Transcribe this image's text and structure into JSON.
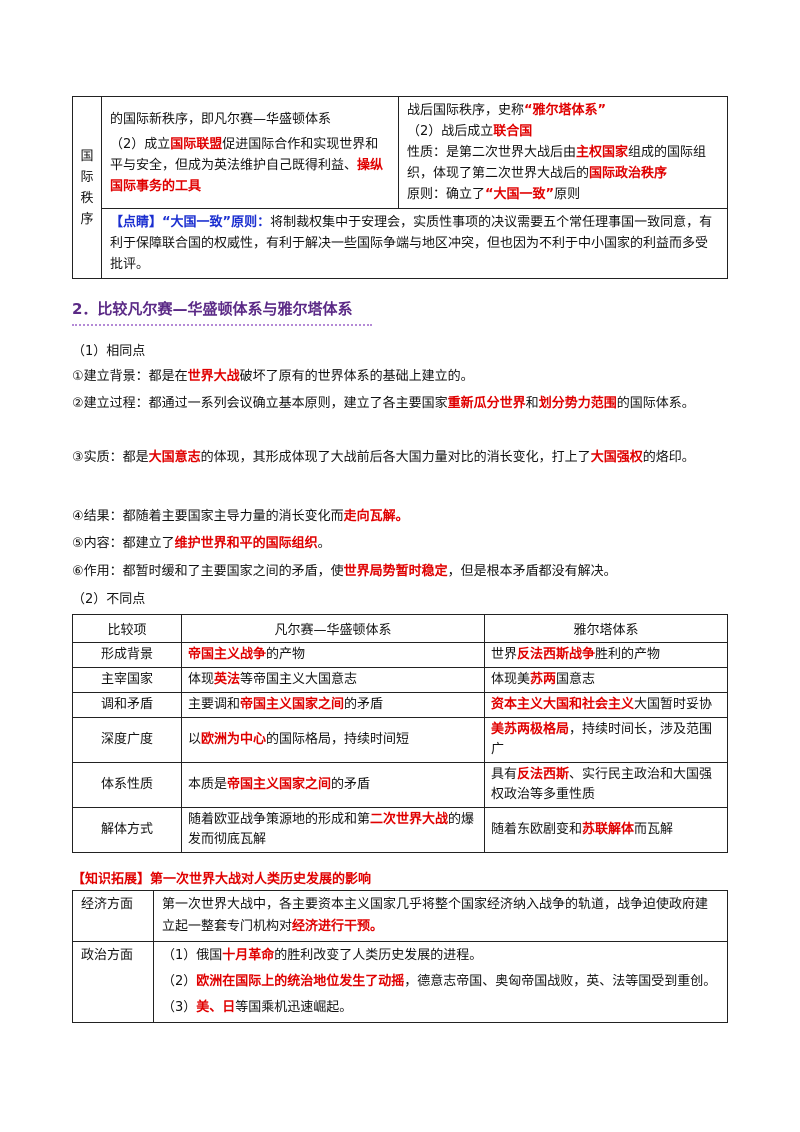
{
  "table1": {
    "label_chars": [
      "国",
      "际",
      "秩",
      "序"
    ],
    "left_line1": "的国际新秩序，即凡尔赛—华盛顿体系",
    "left_p2_a": "（2）成立",
    "left_p2_b": "国际联盟",
    "left_p2_c": "促进国际合作和实现世界和平与安全，但成为英法维护自己既得利益、",
    "left_p2_d": "操纵国际事务的工具",
    "right_l1_a": "战后国际秩序，史称",
    "right_l1_b": "“雅尔塔体系”",
    "right_l2_a": "（2）战后成立",
    "right_l2_b": "联合国",
    "right_l3_a": "性质：是第二次世界大战后由",
    "right_l3_b": "主权国家",
    "right_l3_c": "组成的国际组织，体现了第二次世界大战后的",
    "right_l3_d": "国际政治秩序",
    "right_l4_a": "原则：确立了",
    "right_l4_b": "“大国一致”",
    "right_l4_c": "原则",
    "note_a": "【点睛】“大国一致”原则：",
    "note_b": "将制裁权集中于安理会，实质性事项的决议需要五个常任理事国一致同意，有利于保障联合国的权威性，有利于解决一些国际争端与地区冲突，但也因为不利于中小国家的利益而多受批评。"
  },
  "section2_title": "2．比较凡尔赛—华盛顿体系与雅尔塔体系",
  "similar": {
    "head": "（1）相同点",
    "p1_a": "①建立背景：都是在",
    "p1_b": "世界大战",
    "p1_c": "破坏了原有的世界体系的基础上建立的。",
    "p2_a": "②建立过程：都通过一系列会议确立基本原则，建立了各主要国家",
    "p2_b": "重新瓜分世界",
    "p2_c": "和",
    "p2_d": "划分势力范围",
    "p2_e": "的国际体系。",
    "p3_a": "③实质：都是",
    "p3_b": "大国意志",
    "p3_c": "的体现，其形成体现了大战前后各大国力量对比的消长变化，打上了",
    "p3_d": "大国强权",
    "p3_e": "的烙印。",
    "p4_a": "④结果：都随着主要国家主导力量的消长变化而",
    "p4_b": "走向瓦解。",
    "p5_a": "⑤内容：都建立了",
    "p5_b": "维护世界和平的国际组织",
    "p5_c": "。",
    "p6_a": "⑥作用：都暂时缓和了主要国家之间的矛盾，使",
    "p6_b": "世界局势暂时稳定",
    "p6_c": "，但是根本矛盾都没有解决。"
  },
  "diff_head": "（2）不同点",
  "table2": {
    "headers": [
      "比较项",
      "凡尔赛—华盛顿体系",
      "雅尔塔体系"
    ],
    "r1": {
      "k": "形成背景",
      "a1": "帝国主义战争",
      "a2": "的产物",
      "b1": "世界",
      "b2": "反法西斯战争",
      "b3": "胜利的产物"
    },
    "r2": {
      "k": "主宰国家",
      "a1": "体现",
      "a2": "英法",
      "a3": "等帝国主义大国意志",
      "b1": "体现美",
      "b2": "苏两",
      "b3": "国意志"
    },
    "r3": {
      "k": "调和矛盾",
      "a1": "主要调和",
      "a2": "帝国主义国家之间",
      "a3": "的矛盾",
      "b1": "资本主义大国和社会主义",
      "b2": "大国暂时妥协"
    },
    "r4": {
      "k": "深度广度",
      "a1": "以",
      "a2": "欧洲为中心",
      "a3": "的国际格局，持续时间短",
      "b1": "美苏两极格局",
      "b2": "，持续时间长，涉及范围广"
    },
    "r5": {
      "k": "体系性质",
      "a1": "本质是",
      "a2": "帝国主义国家之间",
      "a3": "的矛盾",
      "b1": "具有",
      "b2": "反法西斯",
      "b3": "、实行民主政治和大国强权政治等多重性质"
    },
    "r6": {
      "k": "解体方式",
      "a1": "随着欧亚战争策源地的形成和第",
      "a2": "二次世界大战",
      "a3": "的爆发而彻底瓦解",
      "b1": "随着东欧剧变和",
      "b2": "苏联解体",
      "b3": "而瓦解"
    }
  },
  "extension_title": "【知识拓展】第一次世界大战对人类历史发展的影响",
  "table3": {
    "econ_label": "经济方面",
    "econ_a": "第一次世界大战中，各主要资本主义国家几乎将整个国家经济纳入战争的轨道，战争迫使政府建立起一整套专门机构对",
    "econ_b": "经济进行干预。",
    "pol_label": "政治方面",
    "pol1_a": "（1）俄国",
    "pol1_b": "十月革命",
    "pol1_c": "的胜利改变了人类历史发展的进程。",
    "pol2_a": "（2）",
    "pol2_b": "欧洲在国际上的统治地位发生了动摇",
    "pol2_c": "，德意志帝国、奥匈帝国战败，英、法等国受到重创。",
    "pol3_a": "（3）",
    "pol3_b": "美、日",
    "pol3_c": "等国乘机迅速崛起。"
  }
}
